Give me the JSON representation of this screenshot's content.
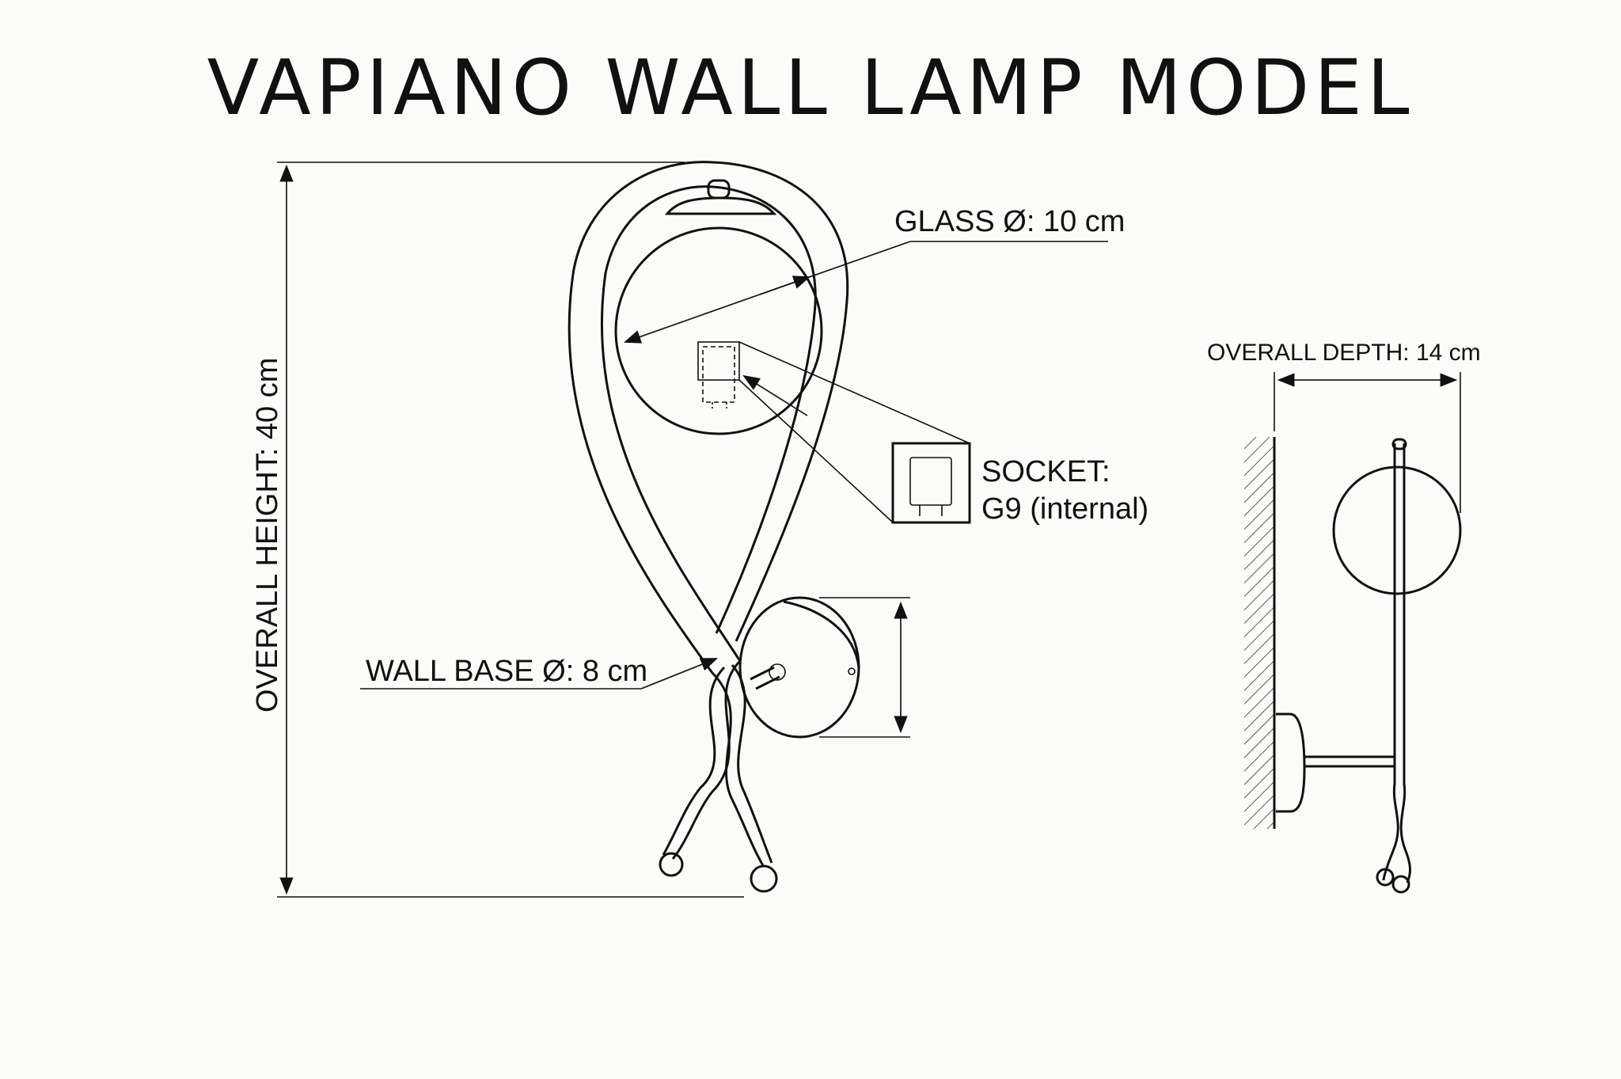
{
  "title": "VAPIANO WALL LAMP MODEL",
  "labels": {
    "glass": "GLASS Ø: 10 cm",
    "socket_line1": "SOCKET:",
    "socket_line2": "G9 (internal)",
    "wall_base": "WALL BASE Ø: 8 cm",
    "overall_height": "OVERALL HEIGHT: 40 cm",
    "overall_depth": "OVERALL DEPTH: 14 cm"
  },
  "colors": {
    "ink": "#111111",
    "paper": "#fbfbf9"
  }
}
